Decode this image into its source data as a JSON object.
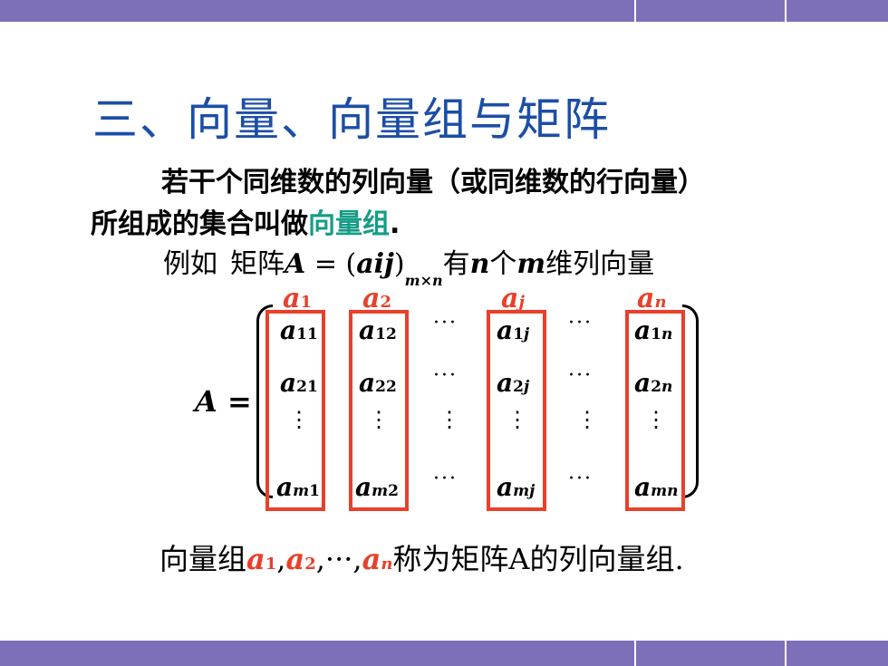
{
  "title": "三、向量、向量组与矩阵",
  "para1_line1": "若干个同维数的列向量（或同维数的行向量）",
  "para1_line2_prefix": "所组成的集合叫做",
  "para1_line2_highlight": "向量组",
  "para1_line2_suffix": ".",
  "example": {
    "lead": "例如",
    "text1": "矩阵",
    "A": "A",
    "eq": " = (",
    "a": "a",
    "ij": "ij",
    "close": ")",
    "sub": "m×n",
    "text2": "有",
    "n": "n",
    "text3": "个",
    "m": "m",
    "text4": "维列向量"
  },
  "matrix_label": "A =",
  "col_heads": [
    {
      "base": "a",
      "sub": "1"
    },
    {
      "base": "a",
      "sub": "2"
    },
    {
      "base": "a",
      "sub": "j"
    },
    {
      "base": "a",
      "sub": "n"
    }
  ],
  "cells": {
    "r1": [
      {
        "s": "11"
      },
      {
        "s": "12"
      },
      {
        "s": "1",
        "si": "j"
      },
      {
        "s": "1",
        "si": "n"
      }
    ],
    "r2": [
      {
        "s": "21"
      },
      {
        "s": "22"
      },
      {
        "s": "2",
        "si": "j"
      },
      {
        "s": "2",
        "si": "n"
      }
    ],
    "r3": [
      {
        "si": "m",
        "s": "1"
      },
      {
        "si": "m",
        "s": "2"
      },
      {
        "si": "mj"
      },
      {
        "si": "mn"
      }
    ]
  },
  "ellipsis": "···",
  "vellipsis": "⋮",
  "summary": {
    "prefix": "向量组",
    "a": "a",
    "s1": "1",
    "s2": "2",
    "sn": "n",
    "mid": ",···,",
    "comma": ",",
    "suffix": "称为矩阵A的列向量组."
  }
}
